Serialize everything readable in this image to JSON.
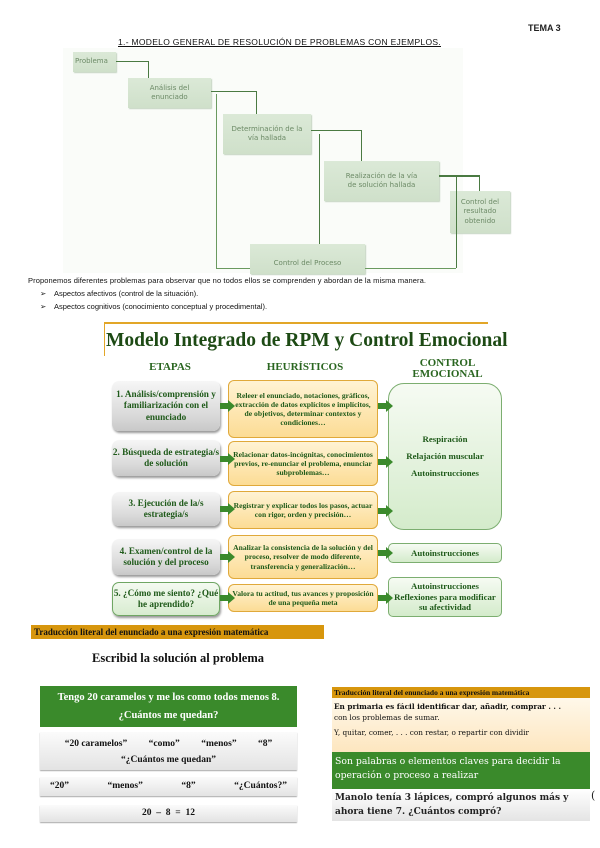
{
  "header": {
    "tema": "TEMA 3",
    "title": "1.- MODELO GENERAL DE RESOLUCIÓN DE PROBLEMAS CON EJEMPLOS."
  },
  "flow_diagram": {
    "nodes": {
      "problema": "Problema",
      "analisis": "Análisis del\nenunciado",
      "determinacion": "Determinación de la\nvía hallada",
      "realizacion": "Realización de la vía\nde solución hallada",
      "control_resultado": "Control del\nresultado\nobtenido",
      "control_proceso": "Control del Proceso"
    }
  },
  "intro": {
    "paragraph": "Proponemos diferentes problemas para observar que no todos ellos se comprenden y abordan de la misma manera.",
    "bullets": [
      "Aspectos afectivos (control de la situación).",
      "Aspectos cognitivos (conocimiento conceptual y procedimental)."
    ],
    "bullet_glyph": "➢"
  },
  "modelo": {
    "title": "Modelo Integrado de RPM y Control Emocional",
    "col_etapas": "ETAPAS",
    "col_heuristicos": "HEURÍSTICOS",
    "col_control_1": "CONTROL",
    "col_control_2": "EMOCIONAL",
    "rows": [
      {
        "etapa": "1. Análisis/comprensión y familiarización con el enunciado",
        "heuristico": "Releer el enunciado, notaciones, gráficos, extracción de datos explícitos e implícitos, de objetivos, determinar contextos y condiciones…"
      },
      {
        "etapa": "2. Búsqueda de estrategia/s de solución",
        "heuristico": "Relacionar datos-incógnitas, conocimientos previos, re-enunciar el problema, enunciar subproblemas…"
      },
      {
        "etapa": "3. Ejecución de la/s estrategia/s",
        "heuristico": "Registrar y explicar todos los pasos, actuar con rigor, orden y precisión…"
      },
      {
        "etapa": "4. Examen/control de la solución y del proceso",
        "heuristico": "Analizar la consistencia de la solución y del proceso, resolver de modo diferente, transferencia y generalización…"
      },
      {
        "etapa": "5. ¿Cómo me siento? ¿Qué he aprendido?",
        "heuristico": "Valora tu actitud, tus avances y proposición de una pequeña meta"
      }
    ],
    "control_big": [
      "Respiración",
      "Relajación muscular",
      "Autoinstrucciones"
    ],
    "control_4": "Autoinstrucciones",
    "control_5": "Autoinstrucciones Reflexiones para modificar su afectividad"
  },
  "traduccion": {
    "bar": "Traducción literal del enunciado a una expresión matemática",
    "escribid": "Escribid la solución al problema"
  },
  "example_left": {
    "problem_line1": "Tengo 20 caramelos y me los como todos menos 8.",
    "problem_line2": "¿Cuántos me quedan?",
    "keywords_row1": [
      "“20 caramelos”",
      "“como”",
      "“menos”",
      "“8”"
    ],
    "keywords_row2": "“¿Cuántos me quedan”",
    "reduced": [
      "“20”",
      "“menos”",
      "“8”",
      "“¿Cuántos?”"
    ],
    "equation": "20  –  8  =  12"
  },
  "example_right": {
    "bar": "Traducción literal del enunciado a una expresión matemática",
    "line1": "En primaria es fácil identificar dar, añadir, comprar . . .",
    "line2": "con los problemas de sumar.",
    "line3": "Y, quitar, comer, . . . con restar, o repartir con dividir",
    "green_line1": "Son palabras o elementos claves para decidir la",
    "green_line2": "operación o proceso a realizar",
    "problem_line1": "Manolo tenía 3 lápices, compró algunos más y",
    "problem_line2": "ahora tiene 7.  ¿Cuántos compró?",
    "cut_glyph": "("
  }
}
